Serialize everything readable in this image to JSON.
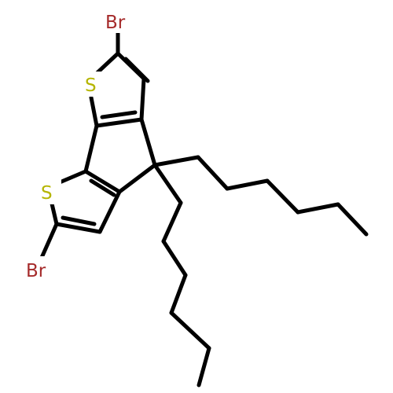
{
  "molecule": {
    "atoms": {
      "sulfur_top": "S",
      "sulfur_bottom": "S",
      "bromine_top": "Br",
      "bromine_bottom": "Br"
    },
    "colors": {
      "bond": "#000000",
      "sulfur": "#b5b500",
      "bromine": "#a52a2a",
      "background": "#ffffff"
    }
  }
}
